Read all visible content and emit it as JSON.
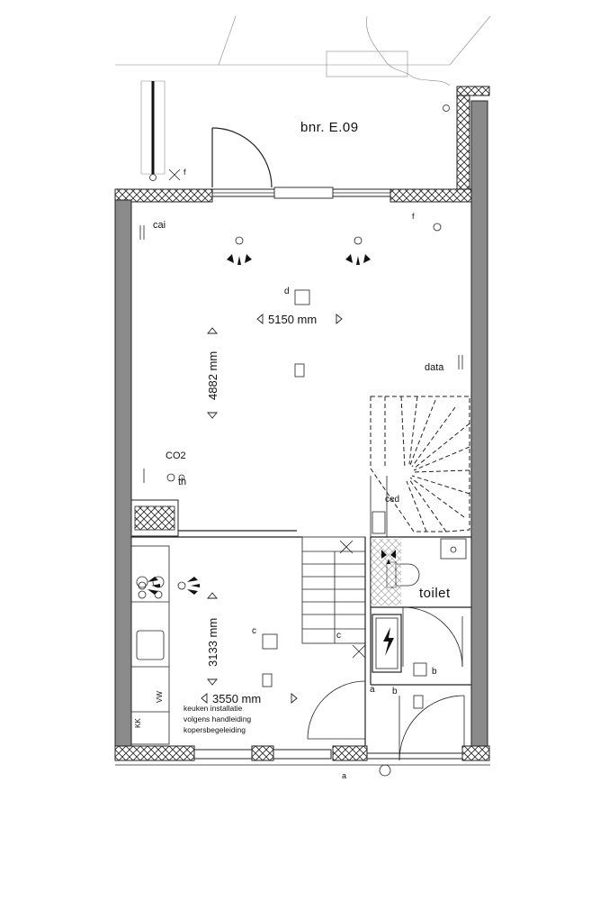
{
  "unit": {
    "label": "bnr. E.09"
  },
  "dimensions": {
    "living_width": "5150 mm",
    "living_depth": "4882 mm",
    "kitchen_width": "3550 mm",
    "kitchen_depth": "3133 mm"
  },
  "rooms": {
    "toilet": "toilet"
  },
  "installations": {
    "cai": "cai",
    "data": "data",
    "co2": "CO2",
    "th": "th",
    "ced": "ced",
    "d": "d",
    "c1": "c",
    "c2": "c",
    "f1": "f",
    "f2": "f",
    "a1": "a",
    "a2": "a",
    "b1": "b",
    "b2": "b",
    "kk": "KK",
    "vw": "VW"
  },
  "notes": {
    "kitchen_line1": "keuken installatie",
    "kitchen_line2": "volgens handleiding",
    "kitchen_line3": "kopersbegeleiding"
  }
}
